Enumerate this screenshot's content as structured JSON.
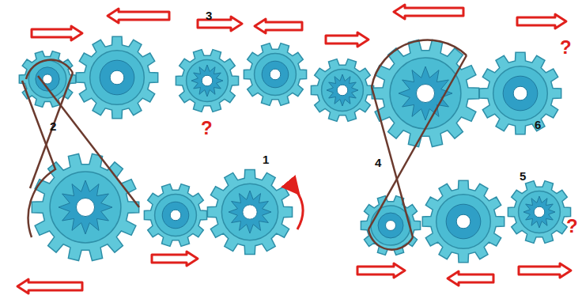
{
  "diagram": {
    "labels": [
      "3",
      "?",
      "6",
      "?",
      "2",
      "1",
      "4",
      "5",
      "?"
    ]
  }
}
